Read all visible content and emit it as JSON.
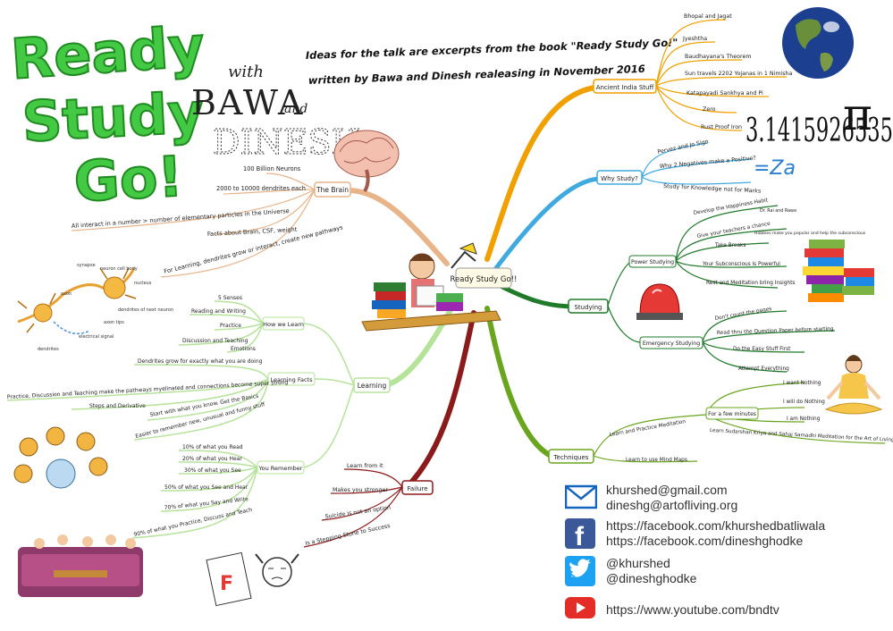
{
  "title": {
    "line1": "Ready",
    "line2": "Study",
    "line3": "Go!"
  },
  "authors": {
    "with": "with",
    "bawa": "BAWA",
    "and": "and",
    "dinesh": "DINESH"
  },
  "subtitle": {
    "line1": "Ideas for the talk are excerpts from the book \"Ready Study Go!\"",
    "line2": "written by Bawa and Dinesh realeasing in November 2016"
  },
  "center": "Ready Study Go!!",
  "pi": {
    "symbol": "π",
    "digits": "3.1415926535"
  },
  "za": "=Za",
  "branches": {
    "brain": {
      "label": "The Brain",
      "items": [
        "100 Billion Neurons",
        "2000 to 10000 dendrites each",
        "All interact in a number > number of elementary particles in the Universe",
        "Facts about Brain, CSF, weight",
        "For Learning, dendrites grow or interact, create new pathways"
      ]
    },
    "ancient": {
      "label": "Ancient India Stuff",
      "items": [
        "Bhopal and Jagat",
        "Jyeshtha",
        "Baudhayana's Theorem",
        "Sun travels 2202 Yojanas in 1 Nimisha",
        "Katapayadi Sankhya and Pi",
        "Zero",
        "Rust Proof Iron"
      ]
    },
    "why": {
      "label": "Why Study?",
      "items": [
        "Pervez and Jo Sign",
        "Why 2 Negatives make a Positive?",
        "Study for Knowledge not for Marks"
      ]
    },
    "studying": {
      "label": "Studying",
      "power": {
        "label": "Power Studying",
        "items": [
          "Develop the Happiness Habit",
          "Give your teachers a chance",
          "Take Breaks",
          "Your Subconscious is Powerful",
          "Rest and Meditation bring Insights"
        ],
        "sub_teachers": "Dr. Rai and Rawa",
        "sub_breaks": "Hobbies make you popular and help the subconscious"
      },
      "emergency": {
        "label": "Emergency Studying",
        "items": [
          "Don't count the pages",
          "Read thru the Question Paper before starting",
          "Do the Easy Stuff First",
          "Attempt Everything"
        ]
      }
    },
    "techniques": {
      "label": "Techniques",
      "meditation": "Learn and Practice Meditation",
      "few_minutes": {
        "label": "For a few minutes",
        "items": [
          "I want Nothing",
          "I will do Nothing",
          "I am Nothing"
        ]
      },
      "sudarshan": "Learn Sudarshan Kriya and Sahaj Samadhi Meditation for the Art of Living",
      "mindmaps": "Learn to use Mind Maps"
    },
    "failure": {
      "label": "Failure",
      "items": [
        "Learn from it",
        "Makes you stronger",
        "Suicide is not an option",
        "Is a Stepping Stone to Success"
      ]
    },
    "learning": {
      "label": "Learning",
      "how": {
        "label": "How we Learn",
        "items": [
          "5 Senses",
          "Reading and Writing",
          "Practice",
          "Discussion and Teaching",
          "Emotions"
        ]
      },
      "facts": {
        "label": "Learning Facts",
        "items": [
          "Dendrites grow for exactly what you are doing",
          "Practice, Discussion and Teaching make the pathways myelinated and connections become super strong",
          "Steps and Derivative",
          "Start with what you know. Get the Basics",
          "Easier to remember new, unusual and funny stuff"
        ]
      },
      "remember": {
        "label": "You Remember",
        "items": [
          "10% of what you Read",
          "20% of what you Hear",
          "30% of what you See",
          "50% of what you See and Hear",
          "70% of what you Say and Write",
          "90% of what you Practice, Discuss and Teach"
        ]
      }
    }
  },
  "neuron_labels": [
    "synapse",
    "neuron cell body",
    "axon",
    "nucleus",
    "dendrites of next neuron",
    "electrical signal",
    "dendrites",
    "axon tips"
  ],
  "contacts": {
    "email": [
      "khurshed@gmail.com",
      "dineshg@artofliving.org"
    ],
    "facebook": [
      "https://facebook.com/khurshedbatliwala",
      "https://facebook.com/dineshghodke"
    ],
    "twitter": [
      "@khurshed",
      "@dineshghodke"
    ],
    "youtube": [
      "https://www.youtube.com/bndtv"
    ]
  },
  "colors": {
    "title_green": "#3cc43c",
    "brain": "#e8b48a",
    "ancient": "#f0a000",
    "why": "#3fa9e0",
    "studying": "#1f7a2a",
    "techniques": "#6aa51f",
    "failure": "#8b1a1a",
    "learning": "#b5e39a"
  }
}
